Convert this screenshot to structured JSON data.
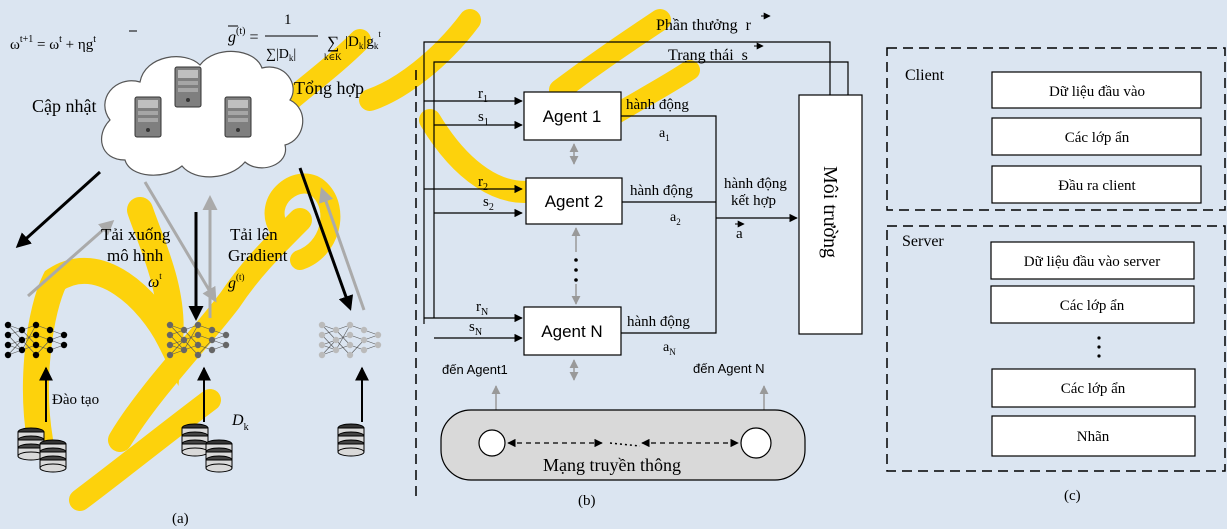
{
  "panel_a": {
    "update_formula": "ω^{t+1} = ω^t + ηḡ^t",
    "update_formula_parts": {
      "lhs": "ω",
      "lhs_sup": "t+1",
      "eq": " = ω",
      "mid_sup": "t",
      "rhs": " + η",
      "g": "g",
      "g_sup": "t"
    },
    "aggregate_formula_parts": {
      "g": "g",
      "g_sup": "(t)",
      "num": "1",
      "den": "∑|D",
      "den_sub": "k",
      "sum_sub": "k∈K",
      "term": "|D",
      "term_sub": "k",
      "term2": "|g",
      "term2_sub": "k",
      "term2_sup": "t"
    },
    "update_label": "Cập nhật",
    "aggregate_label": "Tổng hợp",
    "download_line1": "Tải xuống",
    "download_line2": "mô hình",
    "download_symbol": "ω",
    "download_symbol_sup": "t",
    "upload_line1": "Tải lên",
    "upload_line2": "Gradient",
    "upload_symbol": "g",
    "upload_symbol_sup": "(t)",
    "train_label": "Đào tạo",
    "dataset_symbol": "D",
    "dataset_symbol_sub": "k",
    "caption": "(a)"
  },
  "panel_b": {
    "reward_label": "Phần thưởng",
    "reward_symbol": "r",
    "state_label": "Trạng thái",
    "state_symbol": "s",
    "agents": [
      {
        "name": "Agent 1",
        "r": "r",
        "r_sub": "1",
        "s": "s",
        "s_sub": "1",
        "action": "hành động",
        "a": "a",
        "a_sub": "1"
      },
      {
        "name": "Agent 2",
        "r": "r",
        "r_sub": "2",
        "s": "s",
        "s_sub": "2",
        "action": "hành động",
        "a": "a",
        "a_sub": "2"
      },
      {
        "name": "Agent N",
        "r": "r",
        "r_sub": "N",
        "s": "s",
        "s_sub": "N",
        "action": "hành động",
        "a": "a",
        "a_sub": "N"
      }
    ],
    "joint_action_line1": "hành động",
    "joint_action_line2": "kết hợp",
    "joint_action_symbol": "a",
    "environment_label": "Môi trường",
    "to_agent1": "đến Agent1",
    "to_agentN": "đến Agent N",
    "network_label": "Mạng truyền thông",
    "caption": "(b)"
  },
  "panel_c": {
    "client_title": "Client",
    "client_layers": [
      "Dữ liệu đầu vào",
      "Các lớp ẩn",
      "Đầu ra client"
    ],
    "server_title": "Server",
    "server_layers": [
      "Dữ liệu đầu vào server",
      "Các lớp ẩn",
      "Các lớp ẩn",
      "Nhãn"
    ],
    "caption": "(c)"
  },
  "colors": {
    "background": "#dbe5f1",
    "watermark": "#ffd200",
    "box_fill": "#ffffff",
    "network_fill": "#d9d9d9",
    "gray_arrow": "#999999"
  }
}
